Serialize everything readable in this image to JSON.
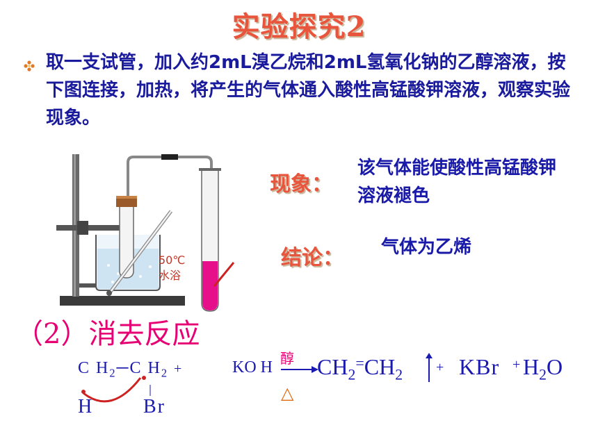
{
  "title": "实验探究2",
  "intro": "取一支试管，加入约2mL溴乙烷和2mL氢氧化钠的乙醇溶液，按下图连接，加热，将产生的气体通入酸性高锰酸钾溶液，观察实验现象。",
  "apparatus": {
    "bath_label_line1": "50℃",
    "bath_label_line2": "水浴"
  },
  "observation": {
    "label": "现象：",
    "text": "该气体能使酸性高锰酸钾溶液褪色"
  },
  "conclusion": {
    "label": "结论：",
    "text": "气体为乙烯"
  },
  "section": {
    "label": "（2）消去反应"
  },
  "equation": {
    "ch2_a": "C H",
    "sub_a": "2",
    "bond": "─",
    "ch2_b": "C H",
    "sub_b": "2",
    "plus_1": "+",
    "h_atom": "H",
    "br_atom": "Br",
    "koh": "KO H",
    "condition_top": "醇",
    "condition_bottom": "△",
    "ethylene_ch": "CH",
    "ethylene_sub": "2",
    "ethylene_eq": "=",
    "ethylene_ch_b": "CH",
    "ethylene_sub_b": "2",
    "plus_2": "+",
    "kbr": "KBr",
    "plus_3": "+",
    "h2o_h": "H",
    "h2o_sub": "2",
    "h2o_o": "O"
  },
  "colors": {
    "title": "#e8543c",
    "body_text": "#1a1a9c",
    "section": "#e60073",
    "equation": "#1a1ab0",
    "arrow_curve": "#cc2222",
    "permanganate": "#e6108a"
  }
}
